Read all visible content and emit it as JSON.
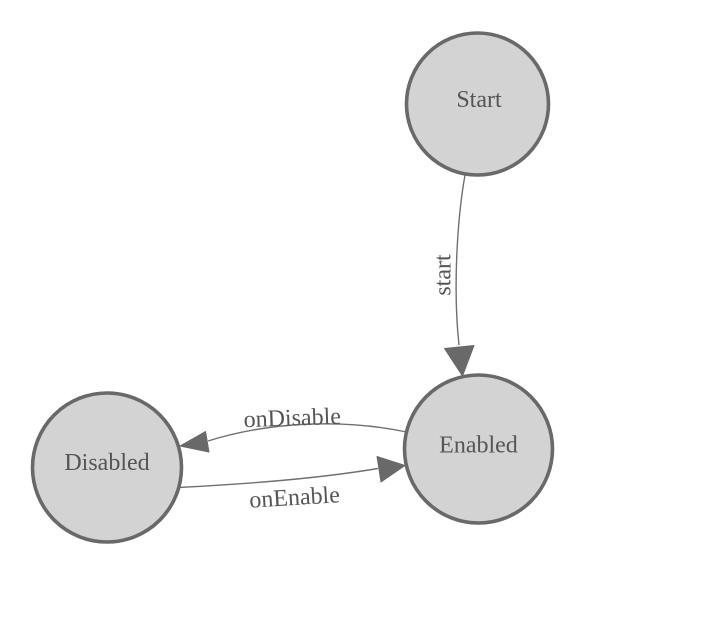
{
  "diagram": {
    "type": "state-machine-diagram",
    "background_color": "#ffffff",
    "colors": {
      "node_fill": "#d3d3d3",
      "node_border": "#696969",
      "edge_stroke": "#707070",
      "arrow_fill": "#696969",
      "text": "#555555"
    },
    "nodes": [
      {
        "id": "Start",
        "label": "Start"
      },
      {
        "id": "Enabled",
        "label": "Enabled"
      },
      {
        "id": "Disabled",
        "label": "Disabled"
      }
    ],
    "edges": [
      {
        "from": "Start",
        "to": "Enabled",
        "label": "start"
      },
      {
        "from": "Enabled",
        "to": "Disabled",
        "label": "onDisable"
      },
      {
        "from": "Disabled",
        "to": "Enabled",
        "label": "onEnable"
      }
    ]
  }
}
